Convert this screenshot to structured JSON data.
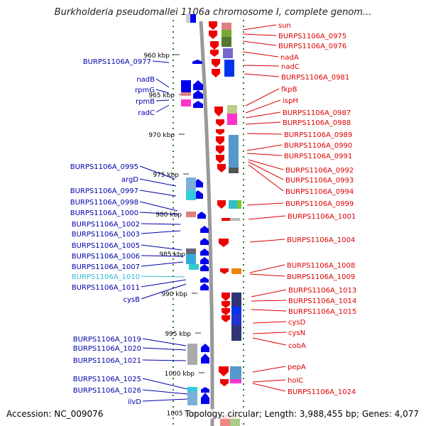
{
  "title": "Burkholderia pseudomallei 1106a chromosome I, complete genom...",
  "footer": {
    "accession": "Accession: NC_009076",
    "stats": "Topology: circular; Length: 3,988,455 bp; Genes: 4,077"
  },
  "colors": {
    "plus_strand": "#0000ee",
    "minus_strand": "#ee0000",
    "left_label": "#0000aa",
    "right_label": "#dd0000",
    "highlight_label": "#33bbdd",
    "ruler_dots": "#2a7a2a"
  },
  "ruler": [
    {
      "label": "960 kbp"
    },
    {
      "label": "965 kbp"
    },
    {
      "label": "970 kbp"
    },
    {
      "label": "975 kbp"
    },
    {
      "label": "980 kbp"
    },
    {
      "label": "985 kbp"
    },
    {
      "label": "990 kbp"
    },
    {
      "label": "995 kbp"
    },
    {
      "label": "1000 kbp"
    },
    {
      "label": "1005 kbp"
    }
  ],
  "left_genes": [
    {
      "label": "BURPS1106A_0977"
    },
    {
      "label": "nadB"
    },
    {
      "label": "rpmG"
    },
    {
      "label": "rpmB"
    },
    {
      "label": "radC"
    },
    {
      "label": "BURPS1106A_0995"
    },
    {
      "label": "argD"
    },
    {
      "label": "BURPS1106A_0997"
    },
    {
      "label": "BURPS1106A_0998"
    },
    {
      "label": "BURPS1106A_1000"
    },
    {
      "label": "BURPS1106A_1002"
    },
    {
      "label": "BURPS1106A_1003"
    },
    {
      "label": "BURPS1106A_1005"
    },
    {
      "label": "BURPS1106A_1006"
    },
    {
      "label": "BURPS1106A_1007"
    },
    {
      "label": "BURPS1106A_1010",
      "highlight": true
    },
    {
      "label": "BURPS1106A_1011"
    },
    {
      "label": "cysB"
    },
    {
      "label": "BURPS1106A_1019"
    },
    {
      "label": "BURPS1106A_1020"
    },
    {
      "label": "BURPS1106A_1021"
    },
    {
      "label": "BURPS1106A_1025"
    },
    {
      "label": "BURPS1106A_1026"
    },
    {
      "label": "ilvD"
    }
  ],
  "right_genes": [
    {
      "label": "sun"
    },
    {
      "label": "BURPS1106A_0975"
    },
    {
      "label": "BURPS1106A_0976"
    },
    {
      "label": "nadA"
    },
    {
      "label": "nadC"
    },
    {
      "label": "BURPS1106A_0981"
    },
    {
      "label": "fkpB"
    },
    {
      "label": "ispH"
    },
    {
      "label": "BURPS1106A_0987"
    },
    {
      "label": "BURPS1106A_0988"
    },
    {
      "label": "BURPS1106A_0989"
    },
    {
      "label": "BURPS1106A_0990"
    },
    {
      "label": "BURPS1106A_0991"
    },
    {
      "label": "BURPS1106A_0992"
    },
    {
      "label": "BURPS1106A_0993"
    },
    {
      "label": "BURPS1106A_0994"
    },
    {
      "label": "BURPS1106A_0999"
    },
    {
      "label": "BURPS1106A_1001"
    },
    {
      "label": "BURPS1106A_1004"
    },
    {
      "label": "BURPS1106A_1008"
    },
    {
      "label": "BURPS1106A_1009"
    },
    {
      "label": "BURPS1106A_1013"
    },
    {
      "label": "BURPS1106A_1014"
    },
    {
      "label": "BURPS1106A_1015"
    },
    {
      "label": "cysD"
    },
    {
      "label": "cysN"
    },
    {
      "label": "cobA"
    },
    {
      "label": "pepA"
    },
    {
      "label": "holC"
    },
    {
      "label": "BURPS1106A_1024"
    }
  ]
}
